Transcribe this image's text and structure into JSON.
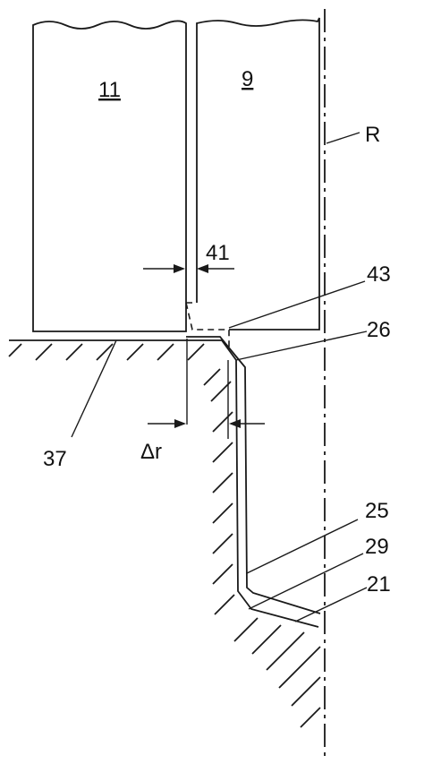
{
  "labels": {
    "part_11": "11",
    "part_9": "9",
    "axis_r": "R",
    "ref_41": "41",
    "ref_43": "43",
    "ref_26": "26",
    "ref_37": "37",
    "delta_r": "Δr",
    "ref_25": "25",
    "ref_29": "29",
    "ref_21": "21"
  },
  "colors": {
    "ink": "#1a1a1a",
    "background": "#ffffff"
  }
}
